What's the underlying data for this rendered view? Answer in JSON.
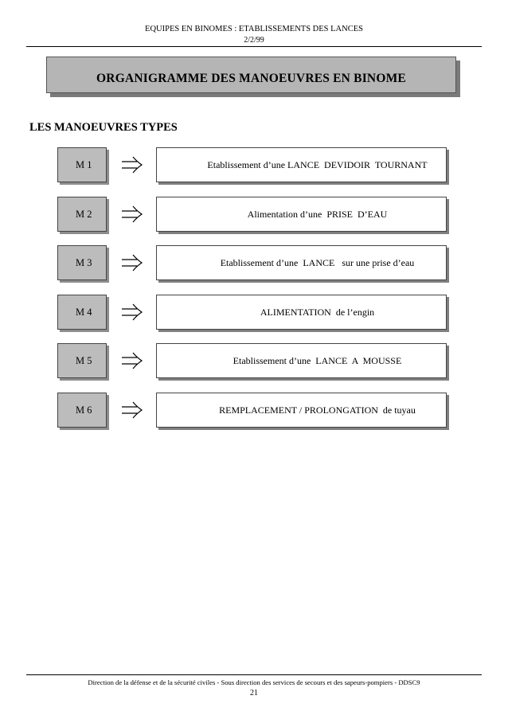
{
  "header": {
    "title": "EQUIPES EN BINOMES : ETABLISSEMENTS DES LANCES",
    "date": "2/2/99"
  },
  "banner": {
    "title": "ORGANIGRAMME  DES  MANOEUVRES  EN  BINOME"
  },
  "section": {
    "title": "LES MANOEUVRES TYPES"
  },
  "maneuvers": [
    {
      "code": "M 1",
      "description": "Etablissement d’une LANCE  DEVIDOIR  TOURNANT"
    },
    {
      "code": "M 2",
      "description": "Alimentation d’une  PRISE  D’EAU"
    },
    {
      "code": "M 3",
      "description": "Etablissement d’une  LANCE   sur une prise d’eau"
    },
    {
      "code": "M 4",
      "description": "ALIMENTATION  de l’engin"
    },
    {
      "code": "M 5",
      "description": "Etablissement d’une  LANCE  A  MOUSSE"
    },
    {
      "code": "M 6",
      "description": "REMPLACEMENT / PROLONGATION  de tuyau"
    }
  ],
  "arrow_icon": "implies-arrow-icon",
  "footer": {
    "text": "Direction de la défense et de la sécurité civiles - Sous direction des services de secours et des sapeurs-pompiers - DDSC9",
    "page_number": "21"
  }
}
